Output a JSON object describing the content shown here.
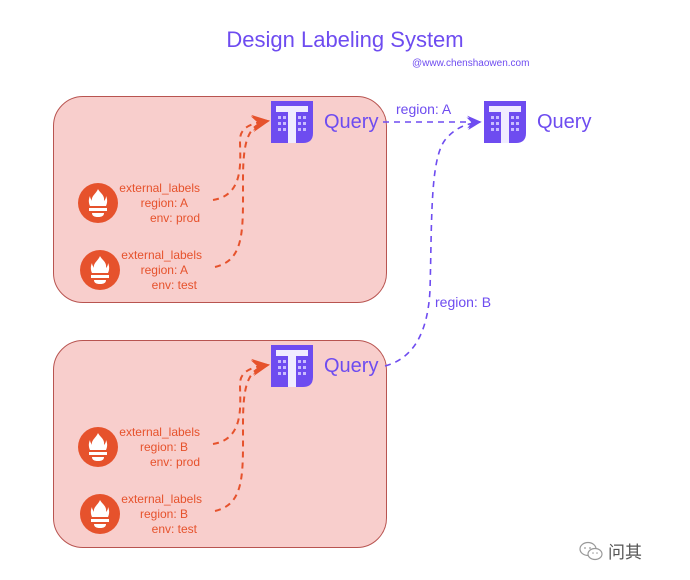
{
  "title": "Design Labeling System",
  "credit": "@www.chenshaowen.com",
  "colors": {
    "accent": "#6e4cf0",
    "prometheus": "#e6522c",
    "box_fill": "#f8cecc",
    "box_border": "#b85450"
  },
  "groups": [
    {
      "query": {
        "label": "Query",
        "icon": "thanos-icon"
      },
      "sources": [
        {
          "icon": "prometheus-icon",
          "lines": [
            "external_labels",
            "region: A",
            "env: prod"
          ]
        },
        {
          "icon": "prometheus-icon",
          "lines": [
            "external_labels",
            "region: A",
            "env: test"
          ]
        }
      ]
    },
    {
      "query": {
        "label": "Query",
        "icon": "thanos-icon"
      },
      "sources": [
        {
          "icon": "prometheus-icon",
          "lines": [
            "external_labels",
            "region: B",
            "env: prod"
          ]
        },
        {
          "icon": "prometheus-icon",
          "lines": [
            "external_labels",
            "region: B",
            "env: test"
          ]
        }
      ]
    }
  ],
  "global_query": {
    "label": "Query",
    "icon": "thanos-icon"
  },
  "edges": [
    {
      "from": "group-a-query",
      "to": "global-query",
      "label": "region: A"
    },
    {
      "from": "group-b-query",
      "to": "global-query",
      "label": "region: B"
    }
  ],
  "watermark": {
    "icon": "wechat-icon",
    "text": "问其"
  }
}
